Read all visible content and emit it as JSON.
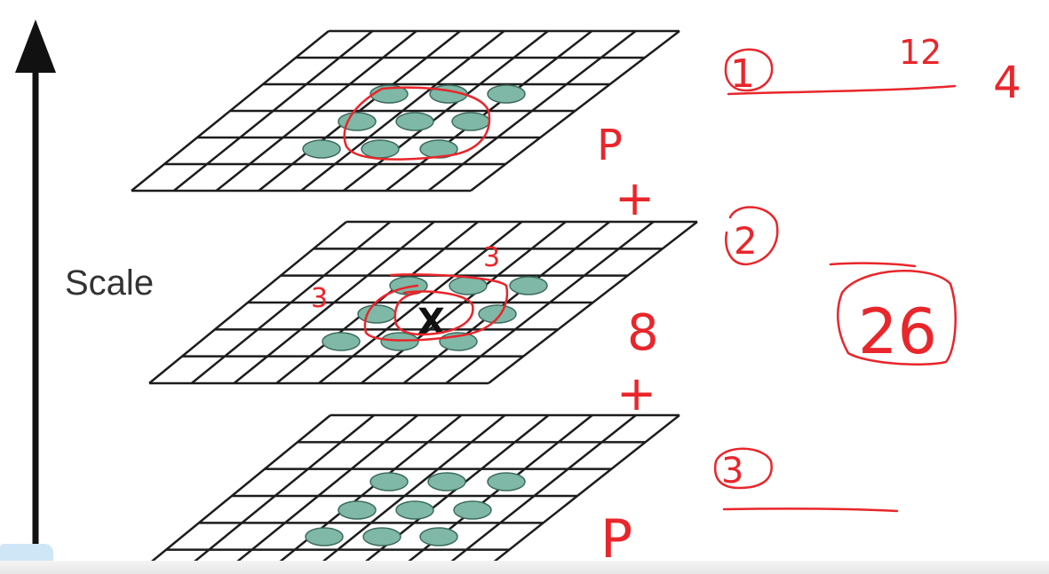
{
  "diagram": {
    "axis_label": "Scale",
    "center_mark": "X",
    "annotations": {
      "level_top": "1",
      "level_mid": "2",
      "level_bot": "3",
      "top_count": "12",
      "top_count2": "4",
      "p_top": "P",
      "plus_top": "+",
      "three_left": "3",
      "three_top": "3",
      "eight": "8",
      "plus_mid": "+",
      "p_bot": "P",
      "total": "26"
    }
  },
  "colors": {
    "grid": "#1c1c1c",
    "blob_fill": "#7fb8a6",
    "blob_stroke": "#3d6b5e",
    "ink": "#e8262b",
    "axis": "#111111"
  }
}
